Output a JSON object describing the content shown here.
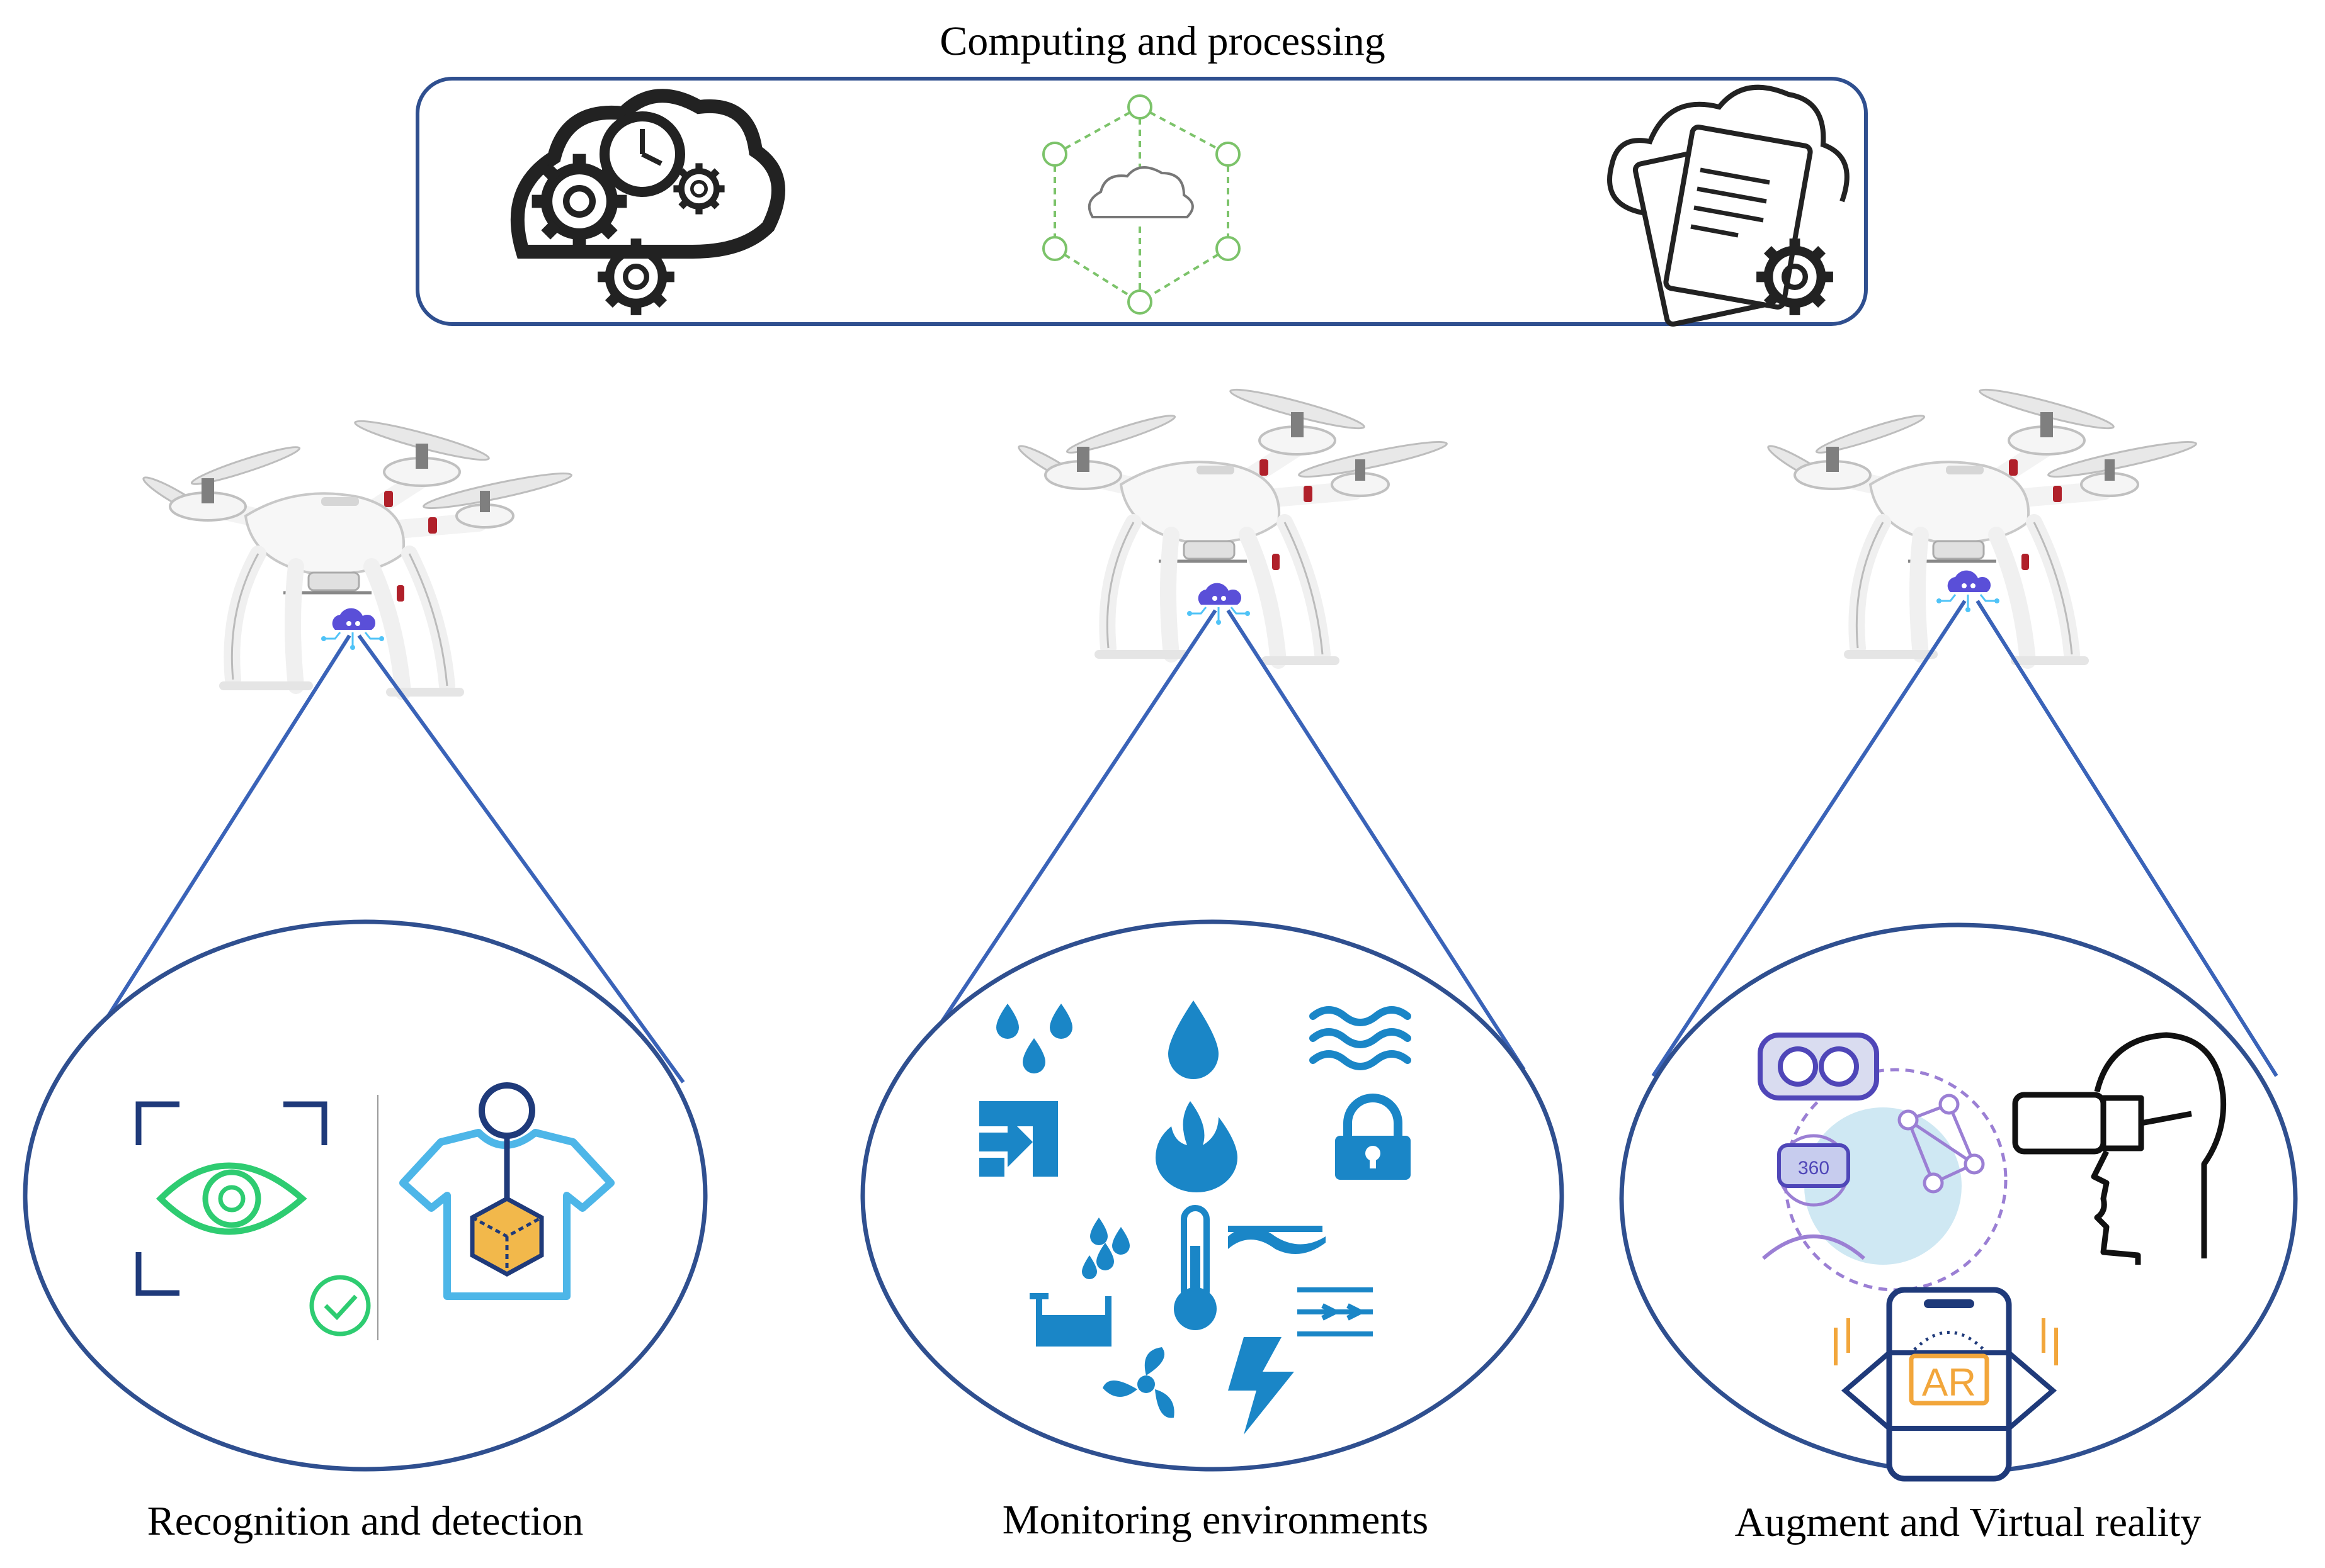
{
  "header": {
    "title": "Computing and processing",
    "icons": [
      "cloud-gears-clock-icon",
      "cloud-network-icon",
      "cloud-document-gear-icon"
    ]
  },
  "columns": [
    {
      "label": "Recognition and detection",
      "icons": [
        "eye-scan-check-icon",
        "shirt-tag-box-icon"
      ]
    },
    {
      "label": "Monitoring environments",
      "icons": [
        "water-drops-icon",
        "water-drop-icon",
        "waves-icon",
        "entry-arrow-icon",
        "flame-icon",
        "lock-icon",
        "humidity-icon",
        "thermometer-icon",
        "water-level-icon",
        "tank-icon",
        "airflow-icon",
        "fan-icon",
        "lightning-icon"
      ]
    },
    {
      "label": "Augment and Virtual reality",
      "icons": [
        "vr-goggles-icon",
        "vr-headset-head-icon",
        "ar-phone-icon"
      ],
      "badges": {
        "vr": "360",
        "ar": "AR"
      }
    }
  ],
  "colors": {
    "frame": "#2f4f8f",
    "connector": "#3a63b8",
    "icon_blue": "#1a86c7",
    "eye_green": "#2ecc71",
    "drone_red": "#b0202a"
  }
}
